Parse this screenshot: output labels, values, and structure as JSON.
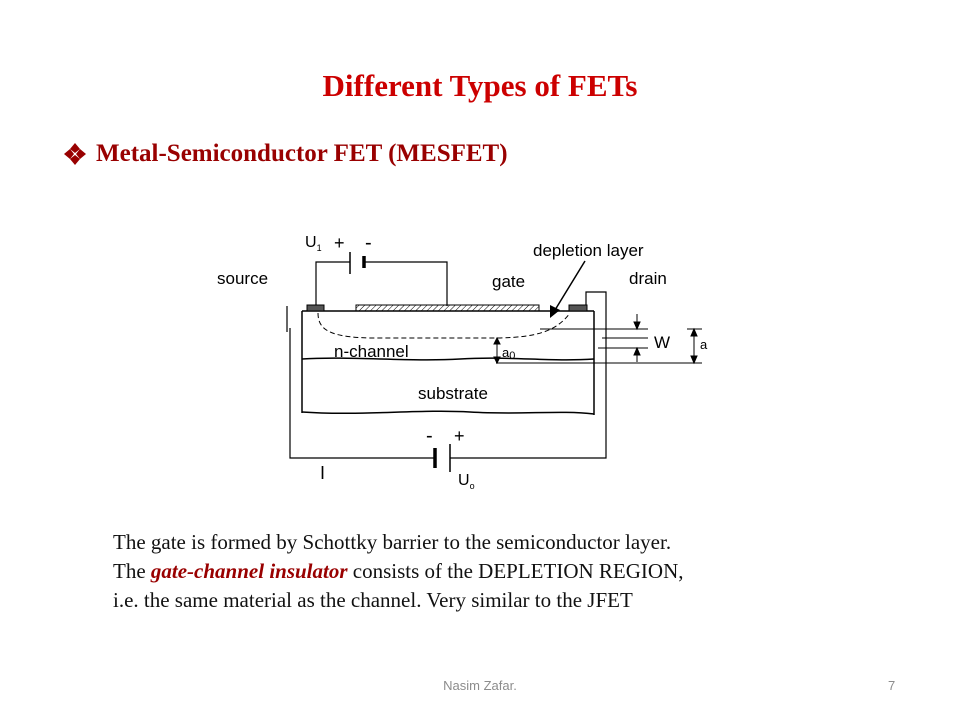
{
  "slide": {
    "title": "Different Types of FETs",
    "bullet": "Metal-Semiconductor FET (MESFET)",
    "bullet_icon": "diamond-bullet-icon",
    "accent_color": "#cc0000"
  },
  "diagram": {
    "labels": {
      "u1_main": "U",
      "u1_sub": "1",
      "plus_top": "+",
      "minus_top": "-",
      "depletion_layer": "depletion layer",
      "source": "source",
      "gate": "gate",
      "drain": "drain",
      "w": "W",
      "a": "a",
      "n_channel": "n-channel",
      "a0_main": "a",
      "a0_sub": "0",
      "substrate": "substrate",
      "minus_bottom": "-",
      "plus_bottom": "+",
      "current": "I",
      "u0_main": "U",
      "u0_sub": "o"
    }
  },
  "description": {
    "line1": "The gate is formed by Schottky  barrier to the semiconductor layer.",
    "line2_pre": "The ",
    "line2_emph": "gate-channel insulator",
    "line2_post": "  consists of the DEPLETION REGION,",
    "line3": "i.e. the same  material as the channel. Very similar to the JFET"
  },
  "footer": {
    "author": "Nasim Zafar.",
    "page": "7"
  }
}
